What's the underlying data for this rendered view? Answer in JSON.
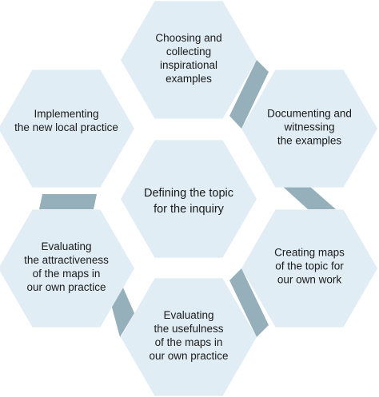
{
  "center": {
    "lines": [
      "Defining the topic",
      "for the inquiry"
    ]
  },
  "steps": [
    {
      "id": "top",
      "lines": [
        "Choosing and",
        "collecting",
        "inspirational",
        "examples"
      ]
    },
    {
      "id": "upper-right",
      "lines": [
        "Documenting and",
        "witnessing",
        "the examples"
      ]
    },
    {
      "id": "lower-right",
      "lines": [
        "Creating maps",
        "of the topic for",
        "our own work"
      ]
    },
    {
      "id": "bottom",
      "lines": [
        "Evaluating",
        "the usefulness",
        "of the maps in",
        "our own practice"
      ]
    },
    {
      "id": "lower-left",
      "lines": [
        "Evaluating",
        "the attractiveness",
        "of the maps in",
        "our own practice"
      ]
    },
    {
      "id": "upper-left",
      "lines": [
        "Implementing",
        "the new local practice"
      ]
    }
  ],
  "colors": {
    "hexagon_fill": "#e0edf4",
    "connector_fill": "#95b0bb",
    "text": "#1b1b1b"
  }
}
